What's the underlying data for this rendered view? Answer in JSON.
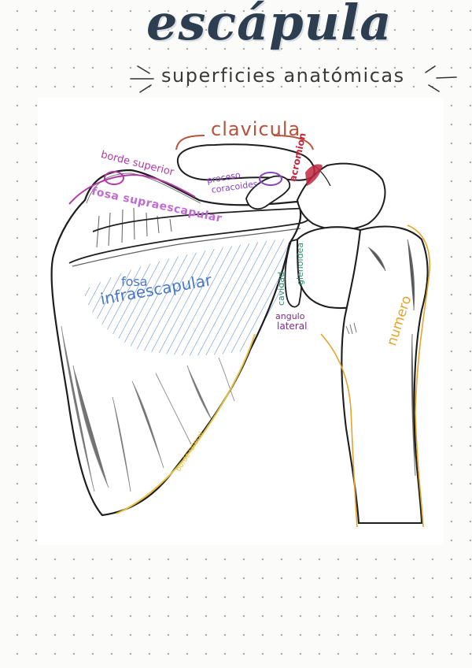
{
  "title": "escápula",
  "subtitle": "superficies anatómicas",
  "labels": {
    "clavicula": "clavicula",
    "acromion": "acromion",
    "borde_superior": "borde superior",
    "proceso": "proceso",
    "coracoides": "coracoides",
    "fosa_supraescapular": "fosa supraescapular",
    "fosa": "fosa",
    "infraescapular": "infraescapular",
    "cavidad": "cavidad",
    "glenoidea": "glenoidea",
    "angulo": "angulo",
    "lateral": "lateral",
    "numero": "numero",
    "borde_lateral": "borde lateral"
  },
  "colors": {
    "title": "#2c3e50",
    "clavicula": "#b5533c",
    "acromion": "#c0283f",
    "borde_superior": "#b23aa8",
    "coracoides": "#8a44c4",
    "fosa_supraescapular": "#c06bd4",
    "fosa_infraescapular": "#4a78c8",
    "glenoidea": "#2e8e6e",
    "angulo_lateral": "#7a2b8c",
    "numero": "#e3a52a",
    "borde_lateral": "#e7c140",
    "outline": "#1e1e1e"
  }
}
